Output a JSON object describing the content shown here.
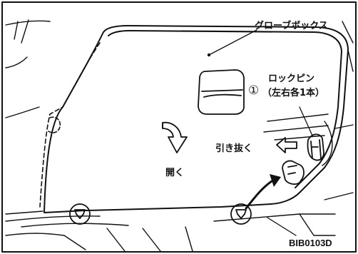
{
  "labels": {
    "glovebox": "グローブボックス",
    "lock_pin": "ロックピン",
    "lock_pin_note": "（左右各1本）",
    "step_marker": "①",
    "pull_out": "引き抜く",
    "open": "開く",
    "figure_code": "BIB0103D"
  },
  "colors": {
    "ink": "#111111",
    "background": "#ffffff"
  }
}
